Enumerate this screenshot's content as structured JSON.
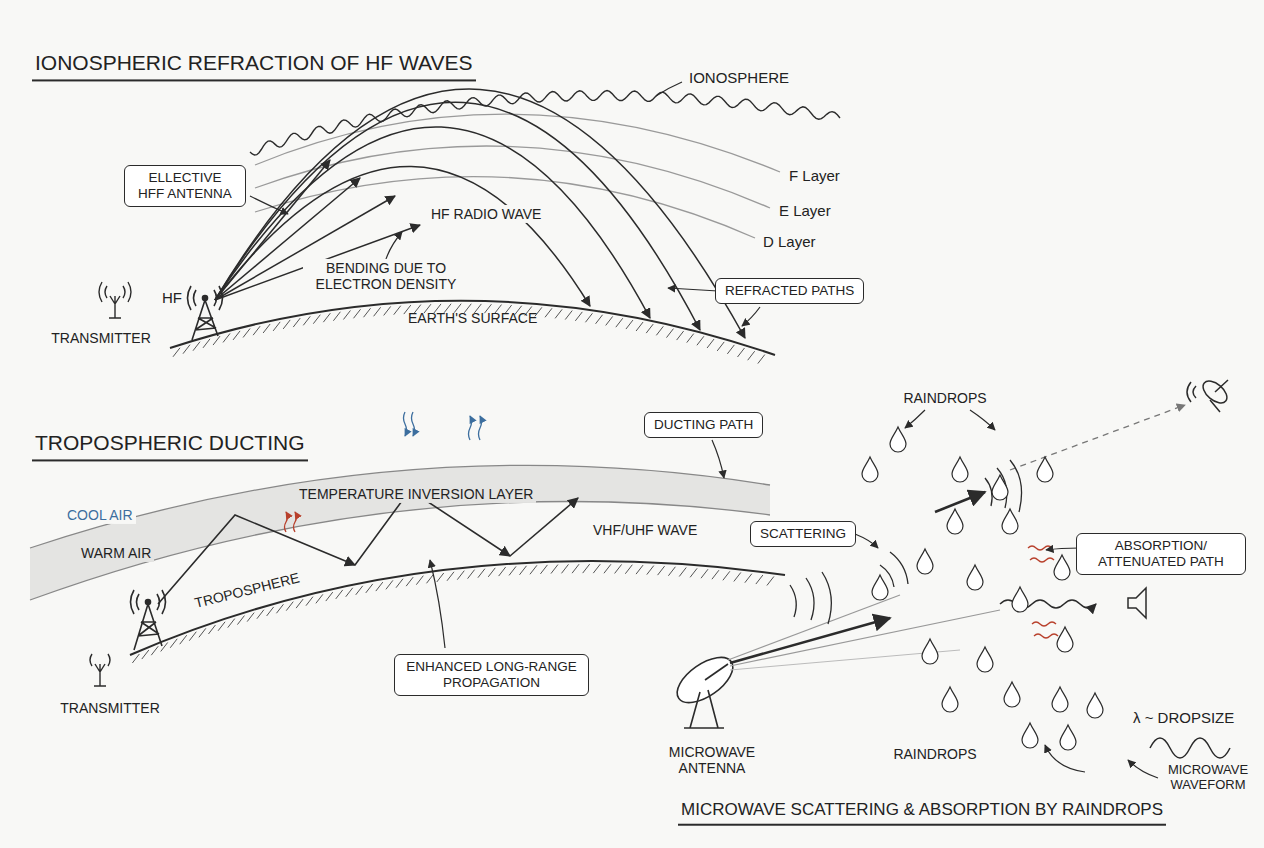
{
  "diagram": {
    "nodes": [
      {
        "text": [
          "ELLECTIVE HFF ANTENNA"
        ]
      },
      {
        "text": [
          "REFRACTED PATHS"
        ]
      },
      {
        "text": [
          "DUCTING PATH"
        ]
      },
      {
        "text": [
          "ENHANCED LONG-RANGE PROPAGATION"
        ]
      },
      {
        "text": [
          "SCATTERING"
        ]
      },
      {
        "text": [
          "ABSORPTION/ ATTENUATED PATH"
        ]
      }
    ],
    "labels": [
      "IONOSPHERIC REFRACTION OF HF WAVES",
      "IONOSPHERE",
      "F Layer",
      "E Layer",
      "D Layer",
      "HF",
      "TRANSMITTER",
      "HF RADIO WAVE",
      "BENDING DUE TO ELECTRON DENSITY",
      "EARTH'S SURFACE",
      "TROPOSPHERIC DUCTING",
      "COOL AIR",
      "TEMPERATURE INVERSION LAYER",
      "WARM AIR",
      "TROPOSPHERE",
      "VHF/UHF WAVE",
      "TRANSMITTER",
      "RAINDROPS",
      "RAINDROPS",
      "MICROWAVE ANTENNA",
      "λ ~ DROPSIZE",
      "MICROWAVE WAVEFORM",
      "MICROWAVE SCATTERING & ABSORPTION BY RAINDROPS"
    ]
  }
}
